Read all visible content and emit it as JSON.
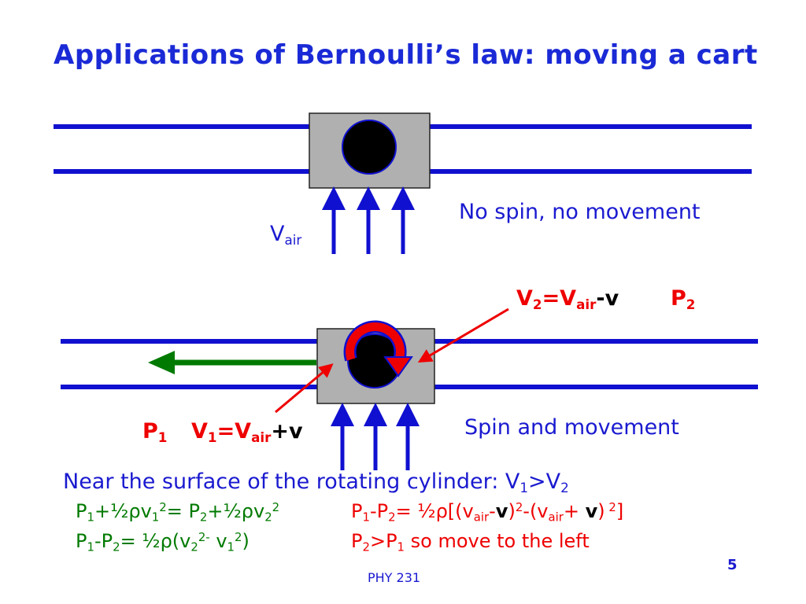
{
  "slide": {
    "title": "Applications of Bernoulli’s law: moving a cart",
    "footer": "PHY 231",
    "page_number": "5"
  },
  "labels": {
    "v_air_main": "V",
    "v_air_sub": "air",
    "no_spin": "No spin, no movement",
    "spin": "Spin and movement",
    "v2_prefix": "V",
    "v2_sub": "2",
    "v2_eq": "=V",
    "v2_air_sub": "air",
    "v2_minus": "-v",
    "p2_main": "P",
    "p2_sub": "2",
    "p1_main": "P",
    "p1_sub": "1",
    "v1_prefix": "V",
    "v1_sub": "1",
    "v1_eq": "=V",
    "v1_air_sub": "air",
    "v1_plus": "+v"
  },
  "text": {
    "near_surface": "Near the surface of the rotating cylinder: V",
    "near_sub1": "1",
    "near_gt": ">V",
    "near_sub2": "2"
  },
  "equations": {
    "eq1": {
      "p": "P",
      "s1": "1",
      "plus1": "+½",
      "rho": "ρ",
      "v": "v",
      "s2": "1",
      "sq": "2",
      "eq": "= P",
      "s3": "2",
      "plus2": "+½",
      "rho2": "ρ",
      "v2": "v",
      "s4": "2",
      "sq2": "2"
    },
    "eq2": {
      "p": "P",
      "s1": "1",
      "minus": "-P",
      "s2": "2",
      "eq": "= ½",
      "rho": "ρ",
      "open": "(v",
      "s3": "2",
      "sq": "2-",
      "v1": " v",
      "s4": "1",
      "sq2": "2",
      "close": ")"
    },
    "eq3": {
      "p": "P",
      "s1": "1",
      "minus": "-P",
      "s2": "2",
      "eq": "= ½",
      "rho": "ρ",
      "open": "[(v",
      "air": "air",
      "dash": "-",
      "v": "v",
      "close1": ")",
      "sq": "2",
      "mid": "-(v",
      "air2": "air",
      "plus": "+ ",
      "v2": "v",
      "close2": ")",
      "sq2": " 2",
      "end": "]"
    },
    "eq4": {
      "p": "P",
      "s1": "2",
      "gt": ">P",
      "s2": "1",
      "tail": " so move to the left"
    }
  },
  "colors": {
    "title": "#1a2ad6",
    "rails": "#1010d0",
    "cart": "#b0b0b0",
    "arrows": "#1010d0",
    "red": "#ee0000",
    "green": "#007a00"
  },
  "icons": {
    "cylinder": "black-circle",
    "spin": "red-curved-arrow",
    "movement": "green-left-arrow"
  }
}
